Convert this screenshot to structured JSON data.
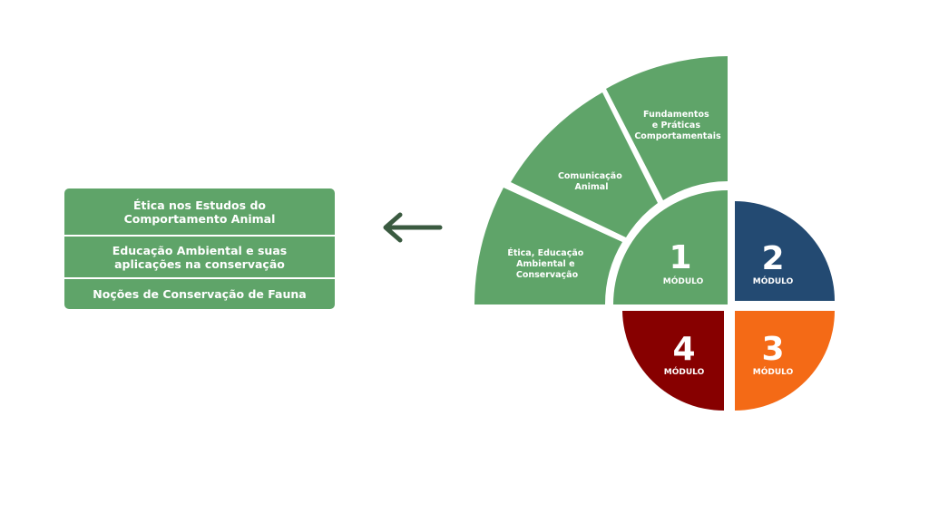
{
  "topics": [
    {
      "label": "Ética nos Estudos do\nComportamento Animal"
    },
    {
      "label": "Educação Ambiental e suas\naplicações na conservação"
    },
    {
      "label": "Noções de Conservação de Fauna"
    }
  ],
  "arc_segments": [
    {
      "lines": [
        "Ética, Educação",
        "Ambiental e",
        "Conservação"
      ]
    },
    {
      "lines": [
        "Comunicação",
        "Animal"
      ]
    },
    {
      "lines": [
        "Fundamentos",
        "e Práticas",
        "Comportamentais"
      ]
    }
  ],
  "modules": [
    {
      "number": "1",
      "label": "MÓDULO",
      "color": "#5fa469"
    },
    {
      "number": "2",
      "label": "MÓDULO",
      "color": "#234a72"
    },
    {
      "number": "3",
      "label": "MÓDULO",
      "color": "#f46a16"
    },
    {
      "number": "4",
      "label": "MÓDULO",
      "color": "#870000"
    }
  ],
  "colors": {
    "green": "#5fa469",
    "arrow": "#3a5a40"
  },
  "icons": {
    "arrow": "arrow-left-icon"
  }
}
